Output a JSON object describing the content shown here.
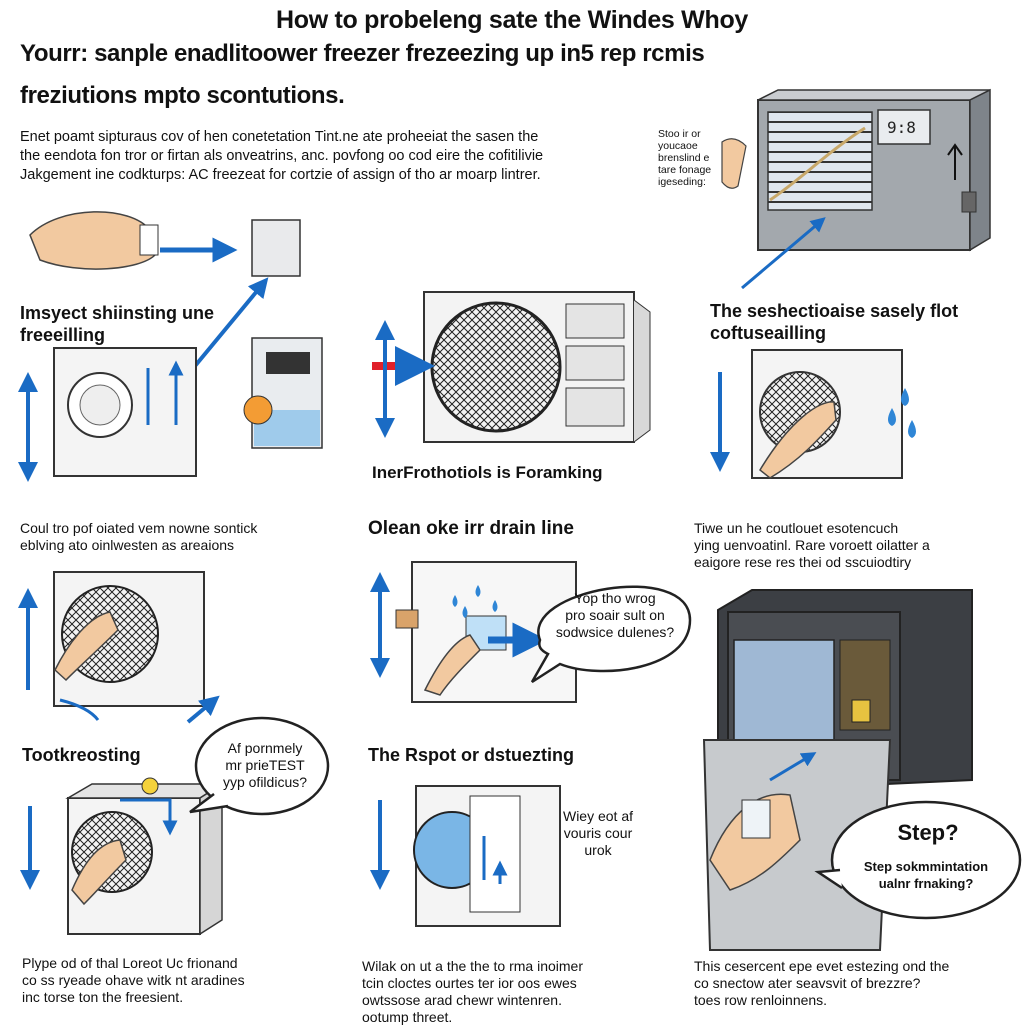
{
  "header": {
    "title": "How to probeleng sate the Windes Whoy",
    "subtitle_line1": "Yourr: sanple enadlitoower freezer frezeezing up in5 rep rcmis",
    "subtitle_line2": "freziutions mpto scontutions."
  },
  "intro": [
    "Enet poamt sipturaus cov of hen conetetation Tint.ne ate proheeiat the sasen the",
    "the eendota fon tror or firtan als onveatrins, anc. povfong oo cod eire the cofitilivie",
    "Jakgement ine codkturps: AC freezeat for cortzie of assign of tho ar moarp lintrer."
  ],
  "top_right_note": [
    "Stoo ir or",
    "youcaoe",
    "brenslind e",
    "tare fonage",
    "igeseding:"
  ],
  "thermostat_display": "9:8",
  "panels": {
    "inspect": {
      "heading": [
        "Imsyect shiinsting une",
        "freeeilling"
      ]
    },
    "center": {
      "label": "InerFrothotiols is Foramking"
    },
    "right_top": {
      "heading": [
        "The seshectioaise sasely flot",
        "coftuseailling"
      ]
    },
    "left_mid": {
      "caption": [
        "Coul tro pof oiated vem nowne sontick",
        "eblving ato oinlwesten as areaions"
      ]
    },
    "drain": {
      "heading": "Olean oke irr drain line",
      "bubble": [
        "Yop tho wrog",
        "pro soair sult on",
        "sodwsice dulenes?"
      ]
    },
    "right_mid": {
      "caption": [
        "Tiwe un he coutlouet esotencuch",
        "ying uenvoatinl. Rare voroett oilatter a",
        "eaigore rese res thei od sscuiodtiry"
      ]
    },
    "troubleshoot": {
      "heading": "Tootkreosting",
      "bubble": [
        "Af pornmely",
        "mr prieTEST",
        "yyp ofildicus?"
      ]
    },
    "spot": {
      "heading": "The Rspot or dstuezting",
      "note": [
        "Wiey eot af",
        "vouris cour",
        "urok"
      ]
    },
    "step": {
      "bubble_title": "Step?",
      "bubble_text": [
        "Step sokmmintation",
        "ualnr frnaking?"
      ]
    }
  },
  "footer": {
    "left": [
      "Plype od of thal Loreot Uc frionand",
      "co ss ryeade ohave witk nt aradines",
      "inc torse ton the freesient."
    ],
    "mid": [
      "Wilak on ut a the the to rma inoimer",
      "tcin cloctes ourtes ter ior oos ewes",
      "owtssose arad chewr wintenren.",
      "ootump threet."
    ],
    "right": [
      "This cesercent epe evet estezing ond the",
      "co snectow ater seavsvit of brezzre?",
      "toes row renloinnens."
    ]
  }
}
